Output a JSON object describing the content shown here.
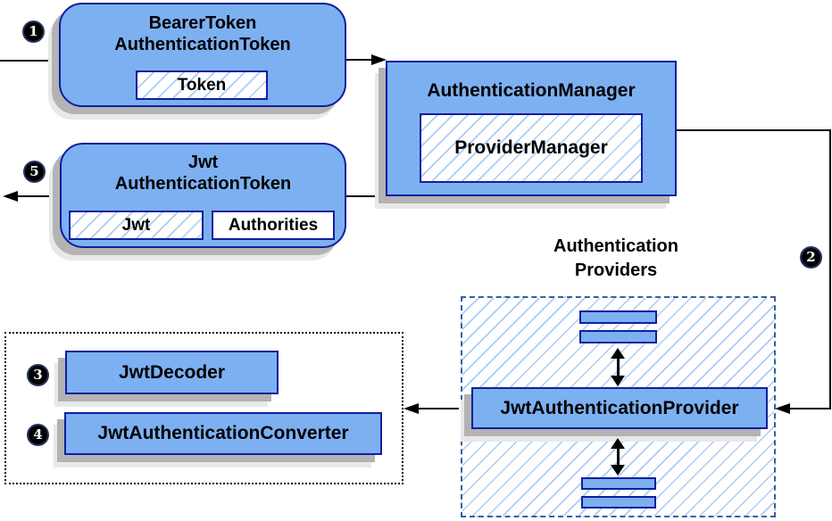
{
  "diagram": {
    "nodes": {
      "bearer_token": {
        "title_line1": "BearerToken",
        "title_line2": "AuthenticationToken",
        "token_chip": "Token"
      },
      "auth_manager": {
        "title": "AuthenticationManager",
        "provider_manager_chip": "ProviderManager"
      },
      "jwt_token": {
        "title_line1": "Jwt",
        "title_line2": "AuthenticationToken",
        "jwt_chip": "Jwt",
        "authorities_chip": "Authorities"
      },
      "providers_group": {
        "label_line1": "Authentication",
        "label_line2": "Providers",
        "jwt_provider": "JwtAuthenticationProvider"
      },
      "decoder_group": {
        "jwt_decoder": "JwtDecoder",
        "jwt_converter": "JwtAuthenticationConverter"
      }
    },
    "badges": {
      "b1": "1",
      "b2": "2",
      "b3": "3",
      "b4": "4",
      "b5": "5"
    },
    "colors": {
      "node_fill": "#7db0f1",
      "node_border": "#101f9f",
      "hatch_line": "#a8cdf5",
      "shadow_dark": "#b3b3b3",
      "shadow_light": "#e8e8e8",
      "dashed_container_border": "#36619e",
      "dotted_box_border": "#000000",
      "arrow": "#000000",
      "badge_bg": "#000000",
      "badge_text": "#ffffff"
    }
  }
}
